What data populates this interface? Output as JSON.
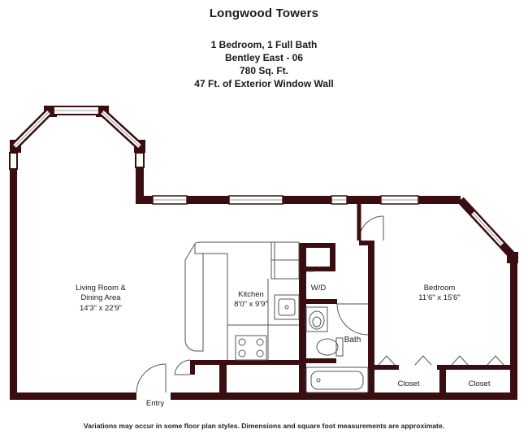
{
  "header": {
    "title": "Longwood Towers",
    "details": [
      "1 Bedroom, 1 Full Bath",
      "Bentley East - 06",
      "780 Sq. Ft.",
      "47 Ft. of Exterior Window Wall"
    ]
  },
  "rooms": {
    "living": {
      "name_line1": "Living Room &",
      "name_line2": "Dining Area",
      "dims": "14'3\" x 22'9\""
    },
    "kitchen": {
      "name": "Kitchen",
      "dims": "8'0\" x 9'9\""
    },
    "wd": {
      "name": "W/D"
    },
    "bath": {
      "name": "Bath"
    },
    "bedroom": {
      "name": "Bedroom",
      "dims": "11'6\" x 15'6\""
    },
    "closet_left": {
      "name": "Closet"
    },
    "closet_right": {
      "name": "Closet"
    },
    "entry": {
      "name": "Entry"
    }
  },
  "footnote": "Variations may occur in some floor plan styles. Dimensions and square foot measurements are approximate.",
  "colors": {
    "wall": "#3a0d10",
    "line": "#777777"
  }
}
